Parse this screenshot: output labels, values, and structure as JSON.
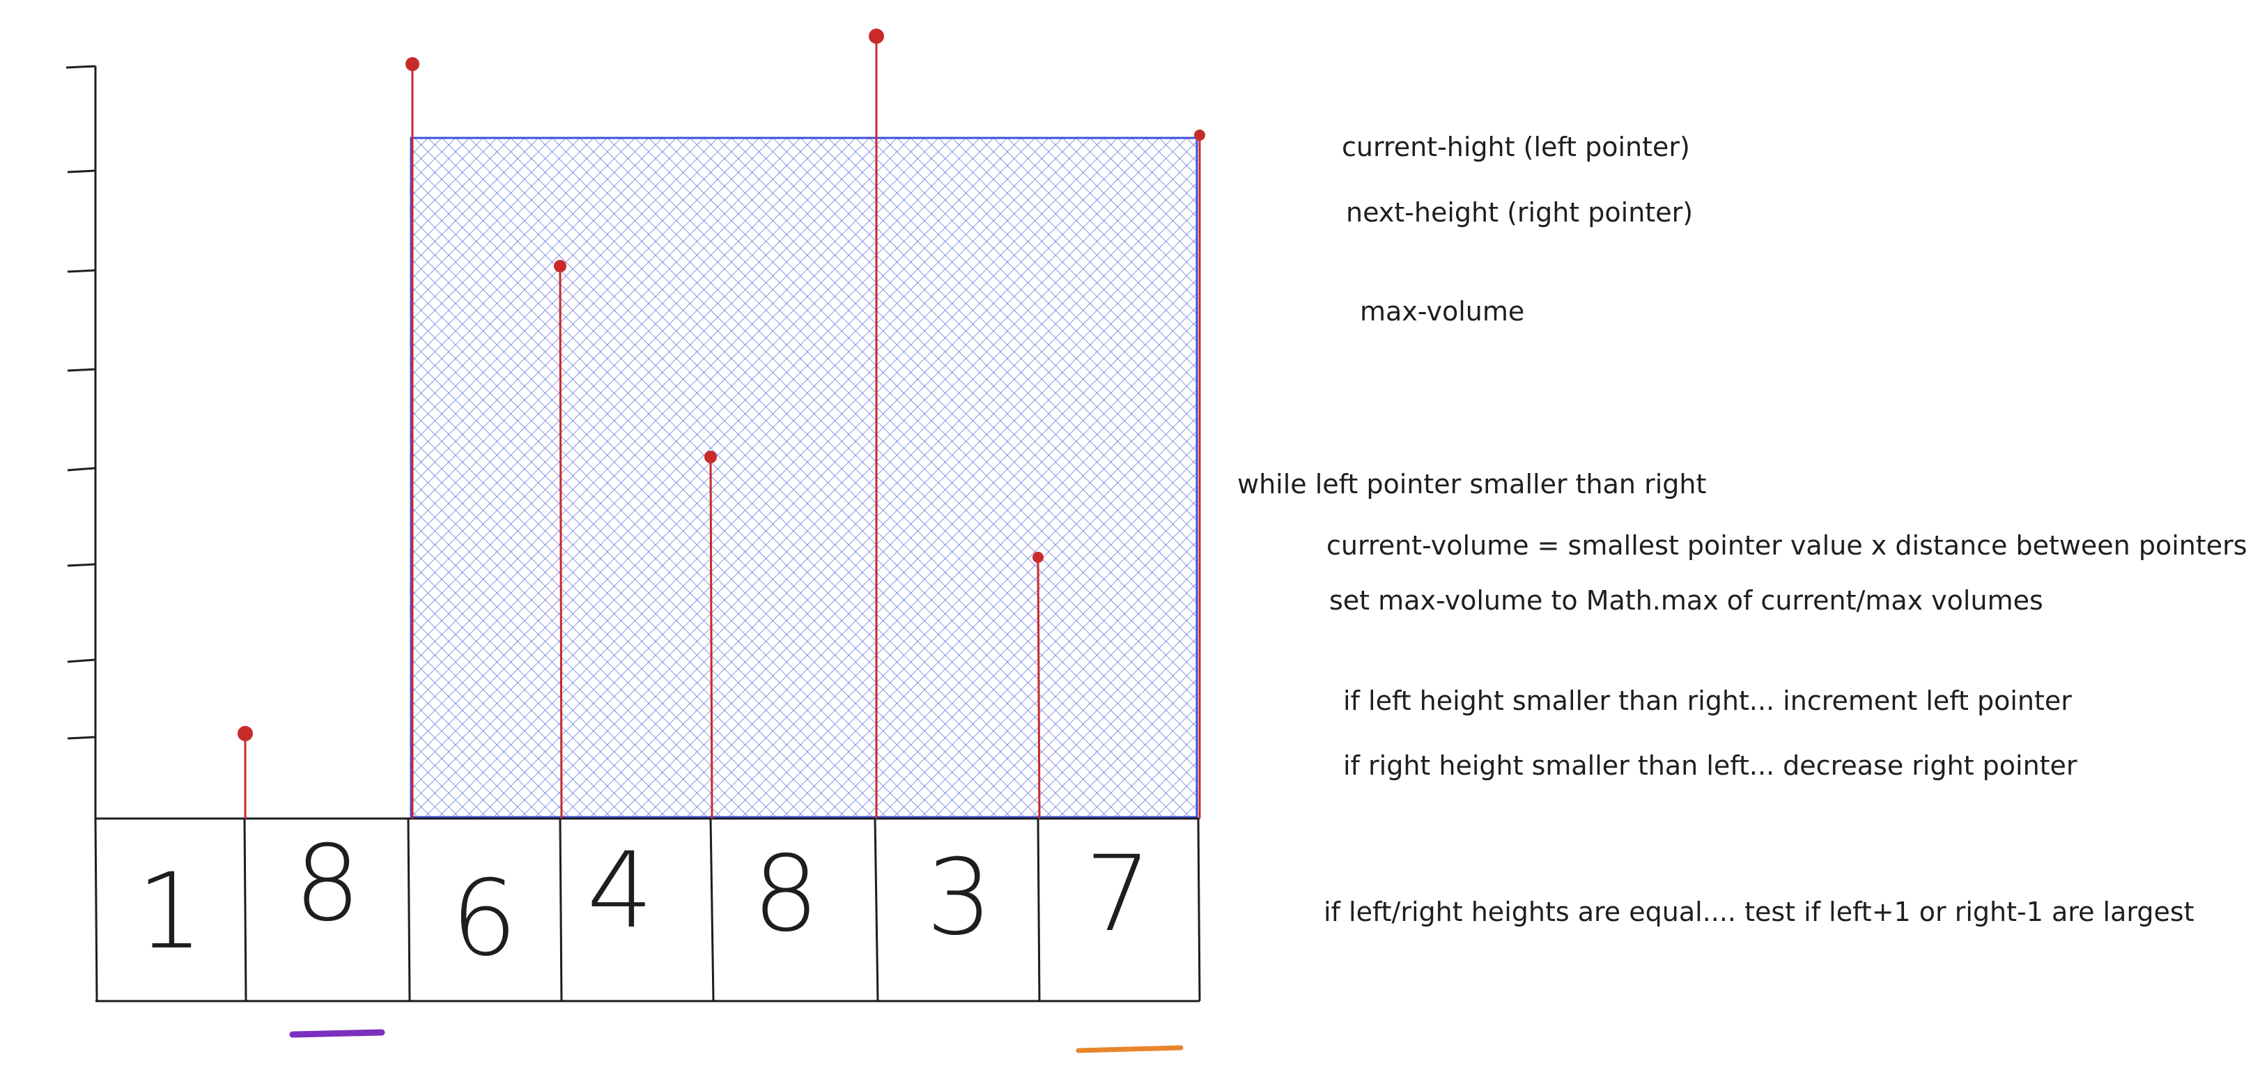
{
  "diagram": {
    "values": [
      "1",
      "8",
      "6",
      "4",
      "8",
      "3",
      "7"
    ],
    "heights": [
      1.15,
      9.9,
      7.5,
      4.9,
      10.3,
      3.65,
      9.5
    ],
    "container": {
      "left_index": 2,
      "right_index": 6
    },
    "pointers": [
      {
        "label": "left-pointer",
        "index": 1,
        "color": "#7b2fbe"
      },
      {
        "label": "right-pointer",
        "index": 6,
        "color": "#e8852a"
      }
    ],
    "colors": {
      "stem": "#c92a2a",
      "fill_hatch": "#3b4fd8",
      "ink": "#1e1e1e"
    }
  },
  "notes": {
    "current_height": "current-hight (left pointer)",
    "next_height": "next-height (right pointer)",
    "max_volume": "max-volume",
    "while_loop": "while left pointer smaller than right",
    "current_volume": "current-volume = smallest pointer value x distance between pointers",
    "set_max": "set max-volume to Math.max of current/max volumes",
    "if_left": "if left height smaller than right... increment left pointer",
    "if_right": "if right height smaller than left... decrease right pointer",
    "if_equal": "if left/right heights are equal.... test if left+1 or right-1 are largest"
  }
}
